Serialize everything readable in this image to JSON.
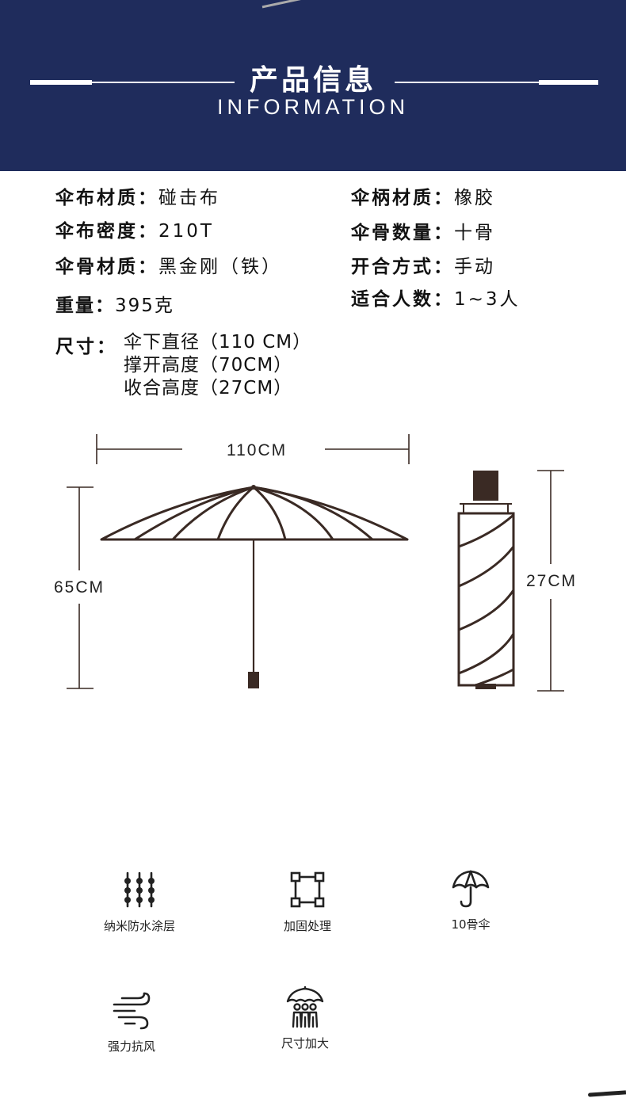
{
  "header": {
    "title": "产品信息",
    "subtitle": "INFORMATION"
  },
  "specs": {
    "fabric_material": {
      "key": "伞布材质：",
      "value": "碰击布"
    },
    "fabric_density": {
      "key": "伞布密度：",
      "value": "210T"
    },
    "rib_material": {
      "key": "伞骨材质：",
      "value": "黑金刚（铁）"
    },
    "weight": {
      "key": "重量：",
      "value": "395克"
    },
    "handle_material": {
      "key": "伞柄材质：",
      "value": "橡胶"
    },
    "rib_count": {
      "key": "伞骨数量：",
      "value": "十骨"
    },
    "open_close": {
      "key": "开合方式：",
      "value": "手动"
    },
    "capacity": {
      "key": "适合人数：",
      "value": "1~3人"
    },
    "size": {
      "key": "尺寸：",
      "lines": [
        "伞下直径（110 CM）",
        "撑开高度（70CM）",
        "收合高度（27CM）"
      ]
    }
  },
  "diagram": {
    "width_label": "110CM",
    "height_label": "65CM",
    "folded_label": "27CM"
  },
  "features": [
    {
      "label": "纳米防水涂层",
      "icon": "water-drops-icon"
    },
    {
      "label": "加固处理",
      "icon": "reinforced-frame-icon"
    },
    {
      "label": "10骨伞",
      "icon": "umbrella-icon"
    },
    {
      "label": "强力抗风",
      "icon": "wind-icon"
    },
    {
      "label": "尺寸加大",
      "icon": "people-under-umbrella-icon"
    }
  ],
  "colors": {
    "header_bg": "#1f2c5c",
    "line": "#3a2a24"
  }
}
